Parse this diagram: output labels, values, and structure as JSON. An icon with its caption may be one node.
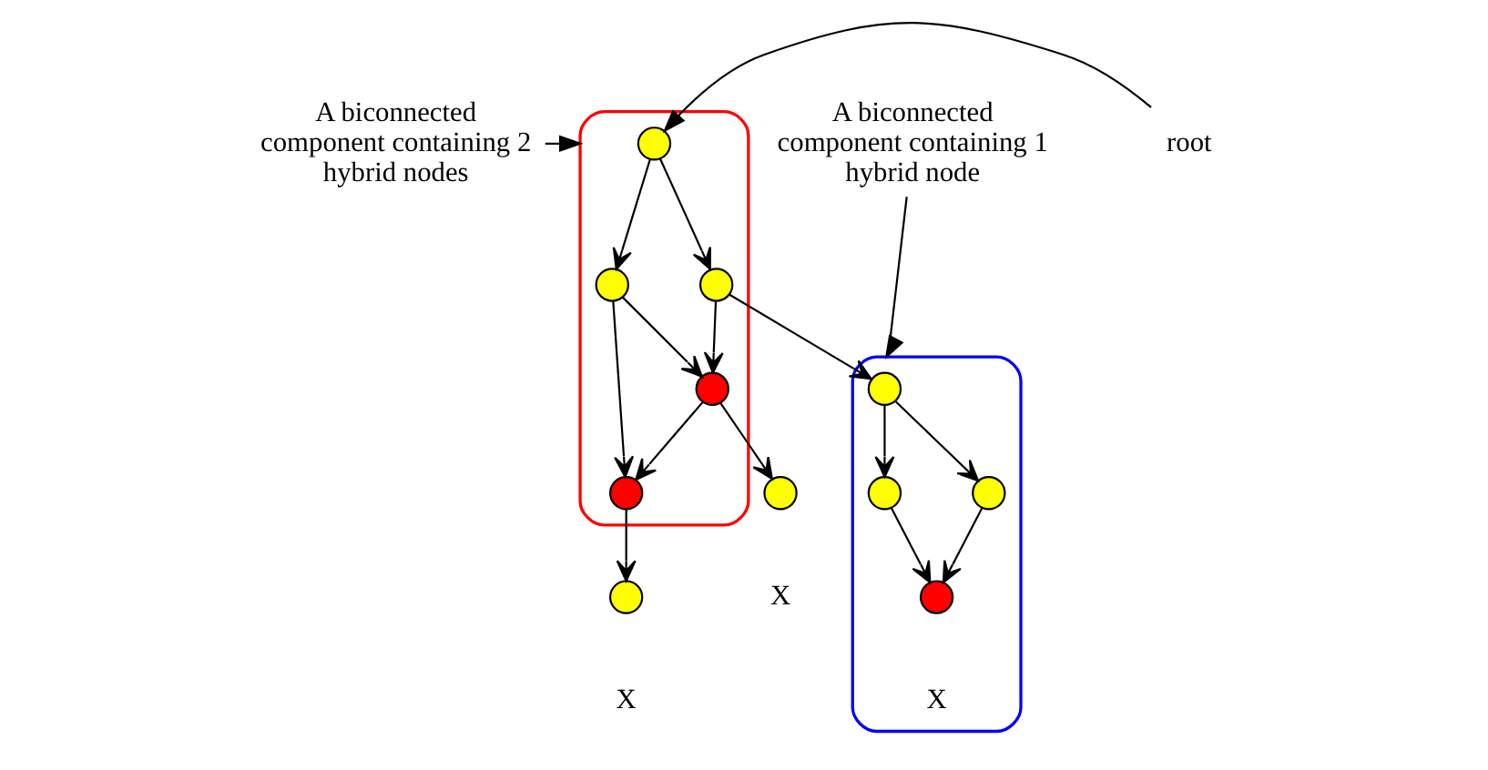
{
  "diagram": {
    "nodes": [
      {
        "text": [
          "A biconnected component containing 2 hybrid nodes"
        ]
      },
      {
        "text": [],
        "shape": "outline"
      },
      {
        "text": [],
        "shape": "circle",
        "in": 1
      },
      {
        "text": [],
        "shape": "circle",
        "in": 1
      },
      {
        "text": [],
        "shape": "circle",
        "in": 1
      },
      {
        "text": [],
        "shape": "circle",
        "in": 1
      },
      {
        "text": [],
        "shape": "circle",
        "in": 1
      },
      {
        "text": [],
        "shape": "circle",
        "beside": [
          "X"
        ]
      },
      {
        "text": [],
        "shape": "circle",
        "beside": [
          "X"
        ]
      },
      {
        "text": [
          "root"
        ]
      },
      {
        "text": [
          "A biconnected component containing 1 hybrid node"
        ]
      },
      {
        "text": [],
        "shape": "outline"
      },
      {
        "text": [],
        "shape": "circle",
        "in": 11
      },
      {
        "text": [],
        "shape": "circle",
        "in": 11
      },
      {
        "text": [],
        "shape": "circle",
        "in": 11
      },
      {
        "text": [],
        "shape": "circle",
        "in": 11,
        "beside": [
          "X"
        ]
      }
    ],
    "edges": [
      {
        "from": 0,
        "to": 1,
        "arrow": "to"
      },
      {
        "from": 9,
        "to": 2,
        "arrow": "to"
      },
      {
        "from": 2,
        "to": 3,
        "arrow": "to"
      },
      {
        "from": 2,
        "to": 4,
        "arrow": "to"
      },
      {
        "from": 3,
        "to": 5,
        "arrow": "to"
      },
      {
        "from": 3,
        "to": 6,
        "arrow": "to"
      },
      {
        "from": 4,
        "to": 6,
        "arrow": "to"
      },
      {
        "from": 6,
        "to": 5,
        "arrow": "to"
      },
      {
        "from": 5,
        "to": 7,
        "arrow": "to"
      },
      {
        "from": 6,
        "to": 8,
        "arrow": "to"
      },
      {
        "from": 4,
        "to": 12,
        "arrow": "to"
      },
      {
        "from": 10,
        "to": 11,
        "arrow": "to"
      },
      {
        "from": 12,
        "to": 13,
        "arrow": "to"
      },
      {
        "from": 12,
        "to": 14,
        "arrow": "to"
      },
      {
        "from": 13,
        "to": 15,
        "arrow": "to"
      },
      {
        "from": 14,
        "to": 15,
        "arrow": "to"
      }
    ]
  }
}
